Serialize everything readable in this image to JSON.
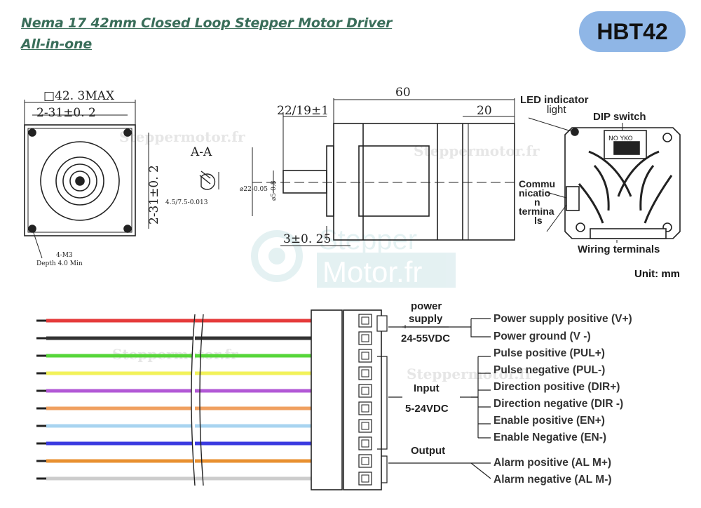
{
  "header": {
    "title_line1": "Nema 17 42mm Closed Loop Stepper Motor Driver",
    "title_line2": "All-in-one",
    "model_badge": "HBT42"
  },
  "drawing": {
    "front_square": "□42. 3MAX",
    "front_hole_spacing": "2-31±0. 2",
    "front_side_spacing": "2-31±0. 2",
    "depth_note_1": "4-M3",
    "depth_note_2": "Depth 4.0 Min",
    "section_label": "A-A",
    "shaft_flat": "4.5/7.5-0.013",
    "shaft_len": "22/19±1",
    "body_len": "60",
    "rear_len": "20",
    "boss_dia": "⌀22-0.05",
    "shaft_dia": "⌀5-0.8",
    "boss_height": "3±0. 25",
    "unit": "Unit: mm"
  },
  "rear_labels": {
    "led_line1": "LED indicator",
    "led_line2": "light",
    "dip_switch": "DIP switch",
    "dip_text": "NO YKO",
    "comm_1": "Commu",
    "comm_2": "nicatio",
    "comm_3": "n",
    "comm_4": "termina",
    "comm_5": "ls",
    "wiring": "Wiring terminals"
  },
  "watermarks": {
    "w1": "Steppermotor.fr",
    "w2": "Steppermotor.fr",
    "w3": "Steppermotor.fr",
    "w4": "Steppermotor.fr",
    "logo_line1": "Stepper",
    "logo_line2": "Motor.fr"
  },
  "wiring": {
    "wire_colors": [
      "#e53a3a",
      "#333333",
      "#57d63a",
      "#f2f25a",
      "#b259d6",
      "#f0a060",
      "#a8d4f0",
      "#3a3ae0",
      "#e89030",
      "#cccccc"
    ],
    "groups": {
      "power_1": "power",
      "power_2": "supply",
      "power_range": "24-55VDC",
      "input": "Input",
      "input_range": "5-24VDC",
      "output": "Output"
    },
    "pins": [
      "Power supply positive (V+)",
      "Power ground (V -)",
      "Pulse positive (PUL+)",
      "Pulse negative (PUL-)",
      "Direction positive (DIR+)",
      "Direction negative (DIR -)",
      "Enable positive (EN+)",
      "Enable Negative (EN-)",
      "Alarm positive (AL M+)",
      "Alarm negative (AL M-)"
    ]
  }
}
